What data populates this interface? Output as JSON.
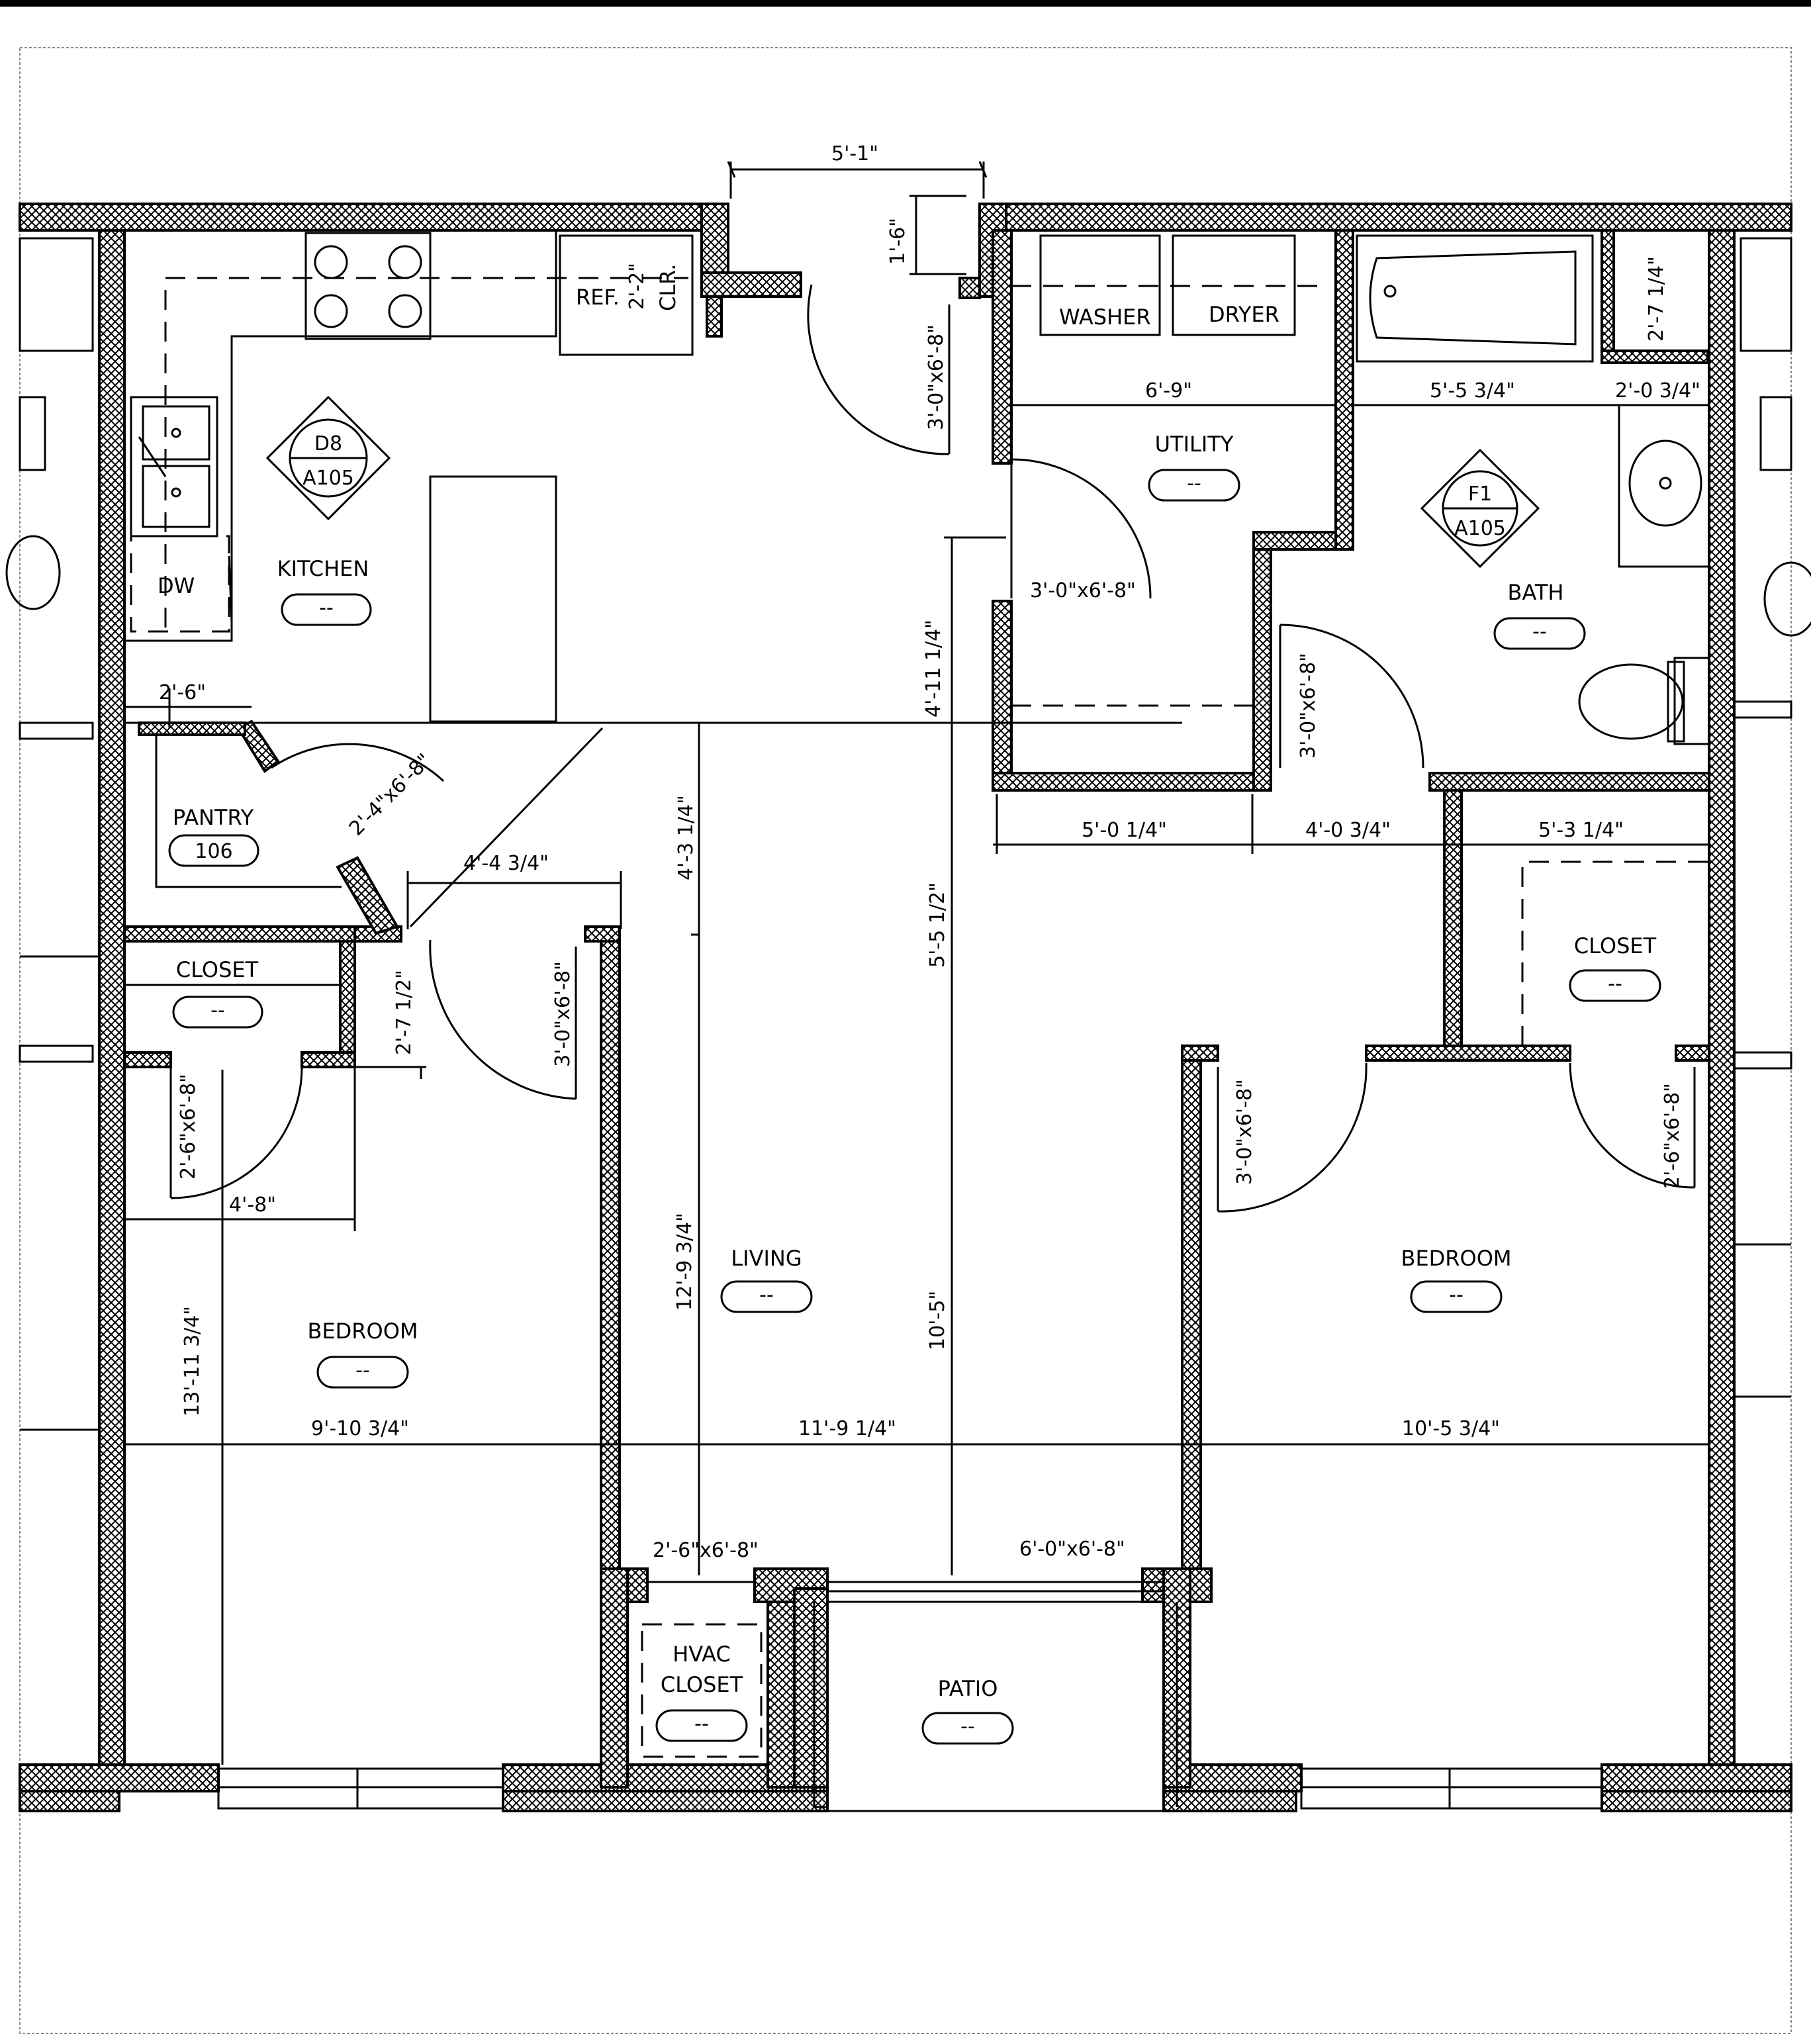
{
  "rooms": {
    "kitchen": "KITCHEN",
    "kitchen_tag": "--",
    "pantry": "PANTRY",
    "pantry_tag": "106",
    "closet_left": "CLOSET",
    "closet_left_tag": "--",
    "bedroom_left": "BEDROOM",
    "bedroom_left_tag": "--",
    "living": "LIVING",
    "living_tag": "--",
    "utility": "UTILITY",
    "utility_tag": "--",
    "bath": "BATH",
    "bath_tag": "--",
    "closet_right": "CLOSET",
    "closet_right_tag": "--",
    "bedroom_right": "BEDROOM",
    "bedroom_right_tag": "--",
    "hvac_line1": "HVAC",
    "hvac_line2": "CLOSET",
    "hvac_tag": "--",
    "patio": "PATIO",
    "patio_tag": "--"
  },
  "fixtures": {
    "ref": "REF.",
    "clr": "CLR.",
    "dw": "DW",
    "washer": "WASHER",
    "dryer": "DRYER"
  },
  "detail_tags": {
    "kitchen_top": "D8",
    "kitchen_bottom": "A105",
    "bath_top": "F1",
    "bath_bottom": "A105"
  },
  "dimensions": {
    "entry_width": "5'-1\"",
    "entry_depth": "1'-6\"",
    "ref_depth": "2'-2\"",
    "entry_door": "3'-0\"x6'-8\"",
    "utility_width": "6'-9\"",
    "bath_width": "5'-5 3/4\"",
    "bath_side": "2'-0 3/4\"",
    "bath_tub_depth": "2'-7 1/4\"",
    "utility_door": "3'-0\"x6'-8\"",
    "hall_depth": "4'-11 1/4\"",
    "bath_door": "3'-0\"x6'-8\"",
    "kitchen_width": "2'-6\"",
    "pantry_door": "2'-4\"x6'-8\"",
    "hall_left": "4'-4 3/4\"",
    "living_upper": "4'-3 1/4\"",
    "hall_lower_a": "5'-0 1/4\"",
    "hall_lower_b": "4'-0 3/4\"",
    "closet_right_w": "5'-3 1/4\"",
    "living_mid": "5'-5 1/2\"",
    "closet_left_door_dim": "2'-7 1/2\"",
    "bed_left_door": "3'-0\"x6'-8\"",
    "closet_left_door": "2'-6\"x6'-8\"",
    "bed_right_door": "3'-0\"x6'-8\"",
    "closet_right_door": "2'-6\"x6'-8\"",
    "closet_left_w": "4'-8\"",
    "living_height": "12'-9 3/4\"",
    "bed_left_height": "13'-11 3/4\"",
    "living_lower": "10'-5\"",
    "bed_left_w": "9'-10 3/4\"",
    "living_w": "11'-9 1/4\"",
    "bed_right_w": "10'-5 3/4\"",
    "hvac_door": "2'-6\"x6'-8\"",
    "patio_door": "6'-0\"x6'-8\""
  }
}
